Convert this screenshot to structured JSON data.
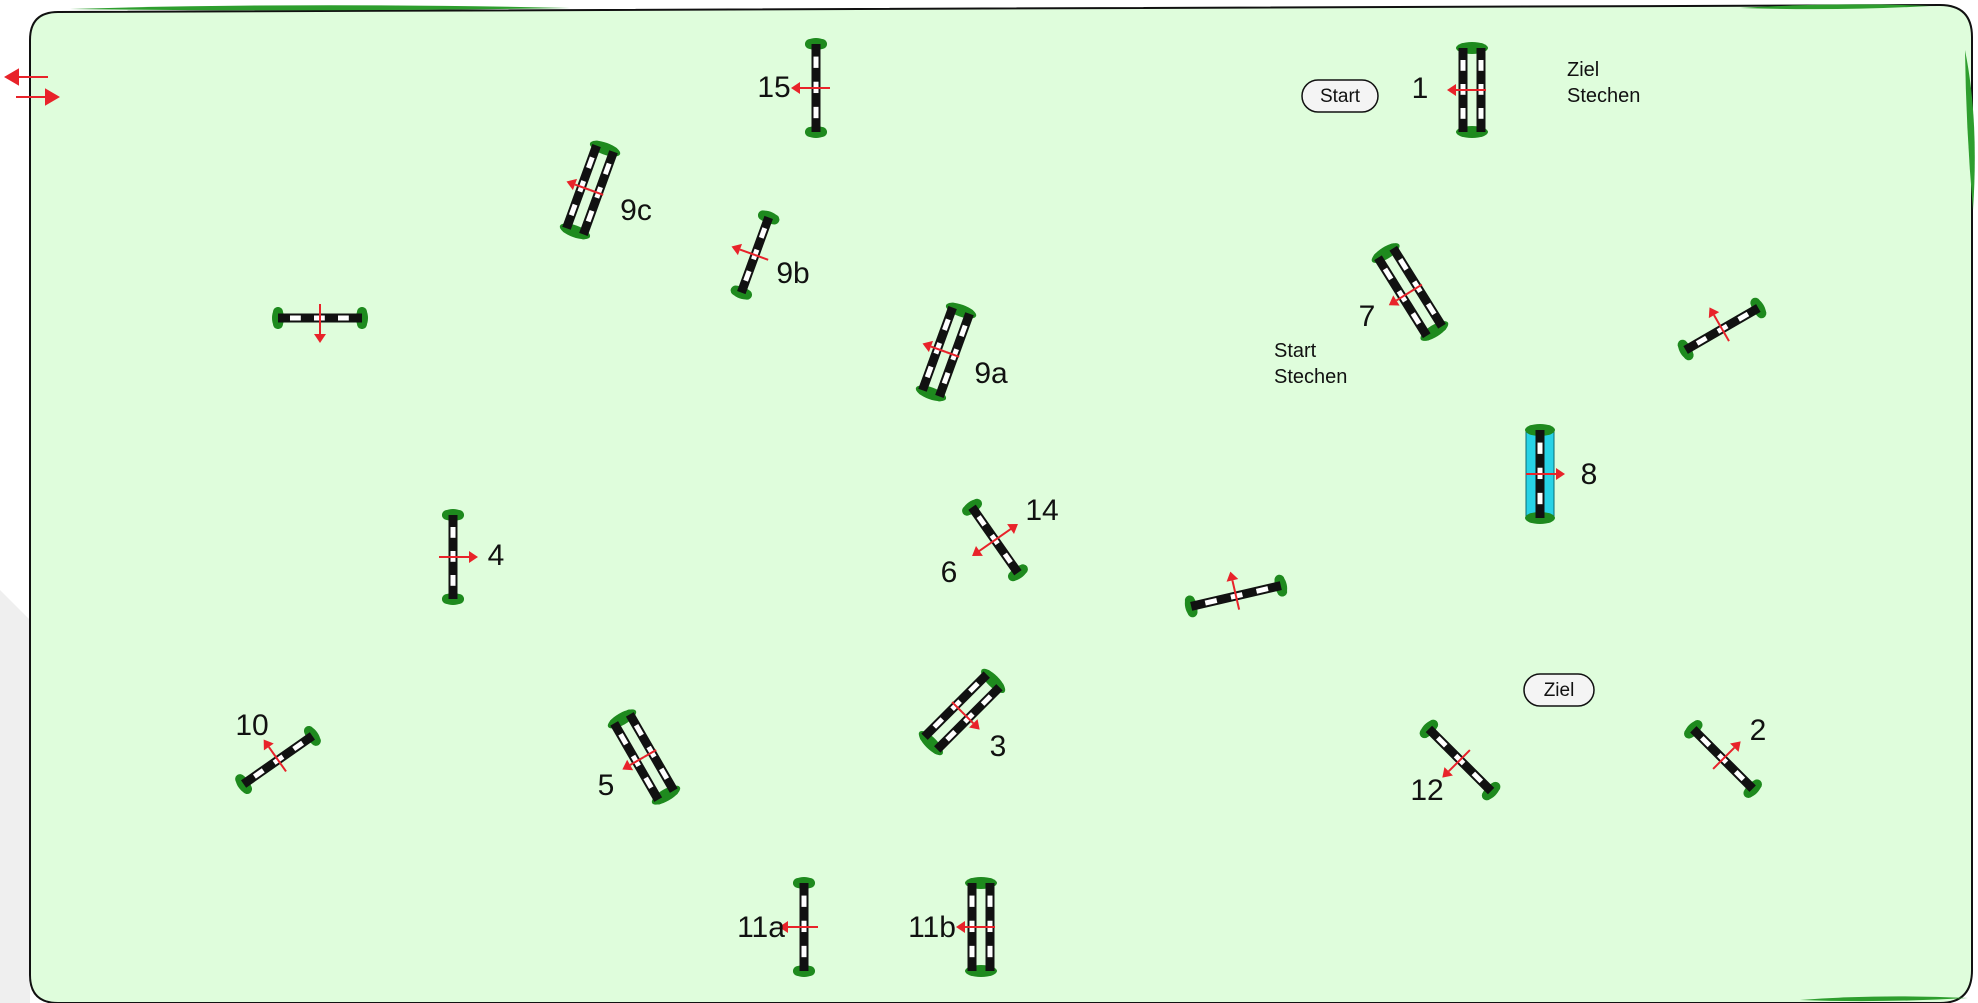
{
  "colors": {
    "arena_fill": "#dffddc",
    "arena_border": "#111111",
    "pole_dark": "#111111",
    "pole_light": "#ffffff",
    "stand_green": "#1e8a1e",
    "arrow_red": "#e8232a",
    "water_cyan": "#27d2e6"
  },
  "labels": {
    "start": "Start",
    "ziel": "Ziel",
    "ziel_stechen_1": "Ziel",
    "ziel_stechen_2": "Stechen",
    "start_stechen_1": "Start",
    "start_stechen_2": "Stechen"
  },
  "jumps": [
    {
      "id": "1",
      "label": "1",
      "type": "oxer",
      "icon": "oxer-jump-icon"
    },
    {
      "id": "2",
      "label": "2",
      "type": "vertical",
      "icon": "vertical-jump-icon"
    },
    {
      "id": "3",
      "label": "3",
      "type": "oxer",
      "icon": "oxer-jump-icon"
    },
    {
      "id": "4",
      "label": "4",
      "type": "vertical",
      "icon": "vertical-jump-icon"
    },
    {
      "id": "5",
      "label": "5",
      "type": "oxer",
      "icon": "oxer-jump-icon"
    },
    {
      "id": "6",
      "label": "6",
      "type": "vertical",
      "icon": "vertical-jump-icon"
    },
    {
      "id": "7",
      "label": "7",
      "type": "oxer",
      "icon": "oxer-jump-icon"
    },
    {
      "id": "8",
      "label": "8",
      "type": "water",
      "icon": "water-jump-icon"
    },
    {
      "id": "9a",
      "label": "9a",
      "type": "oxer",
      "icon": "oxer-jump-icon"
    },
    {
      "id": "9b",
      "label": "9b",
      "type": "vertical",
      "icon": "vertical-jump-icon"
    },
    {
      "id": "9c",
      "label": "9c",
      "type": "oxer",
      "icon": "oxer-jump-icon"
    },
    {
      "id": "10",
      "label": "10",
      "type": "vertical",
      "icon": "vertical-jump-icon"
    },
    {
      "id": "11a",
      "label": "11a",
      "type": "vertical",
      "icon": "vertical-jump-icon"
    },
    {
      "id": "11b",
      "label": "11b",
      "type": "oxer",
      "icon": "oxer-jump-icon"
    },
    {
      "id": "12",
      "label": "12",
      "type": "vertical",
      "icon": "vertical-jump-icon"
    },
    {
      "id": "14",
      "label": "14",
      "type": "label-only",
      "icon": ""
    },
    {
      "id": "15",
      "label": "15",
      "type": "vertical",
      "icon": "vertical-jump-icon"
    },
    {
      "id": "u1",
      "label": "",
      "type": "vertical",
      "icon": "vertical-jump-icon"
    },
    {
      "id": "u2",
      "label": "",
      "type": "vertical",
      "icon": "vertical-jump-icon"
    },
    {
      "id": "u3",
      "label": "",
      "type": "vertical",
      "icon": "vertical-jump-icon"
    }
  ]
}
